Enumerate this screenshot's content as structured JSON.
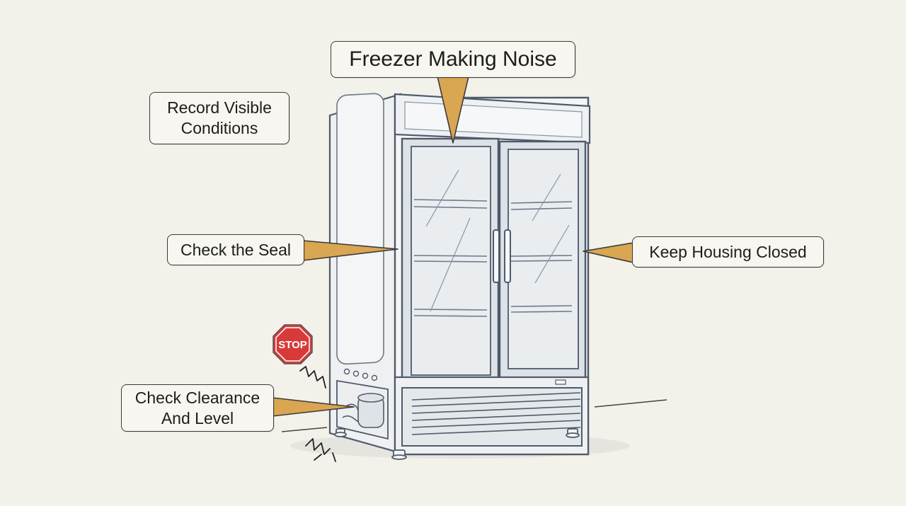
{
  "title": "Freezer Making Noise",
  "callouts": {
    "record": {
      "line1": "Record Visible",
      "line2": "Conditions"
    },
    "seal": "Check the Seal",
    "housing": "Keep Housing Closed",
    "clearance": {
      "line1": "Check Clearance",
      "line2": "And Level"
    }
  },
  "stop_sign": "STOP",
  "colors": {
    "background": "#f2f1ea",
    "pointer": "#d9a651",
    "stop": "#d83a3a",
    "frame": "#4f5a6b",
    "glass": "#e9edf0"
  },
  "icons": [
    "stop-sign-icon",
    "vibration-lines-icon"
  ]
}
